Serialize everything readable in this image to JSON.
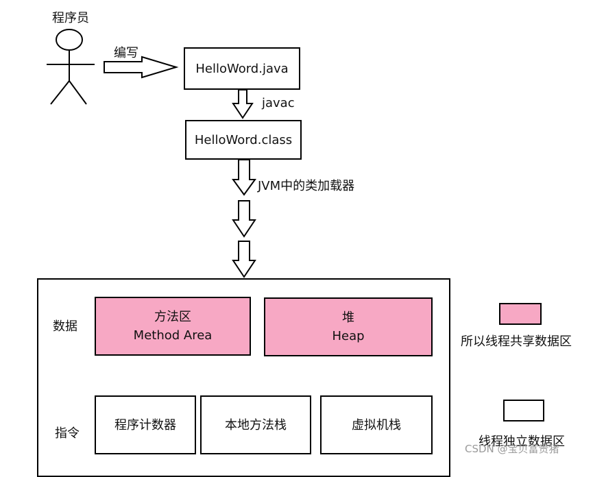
{
  "programmer": {
    "label": "程序员",
    "write_label": "编写"
  },
  "files": {
    "source": "HelloWord.java",
    "compile_label": "javac",
    "class_file": "HelloWord.class",
    "loader_label": "JVM中的类加载器"
  },
  "runtime": {
    "data_row_label": "数据",
    "method_area": {
      "cn": "方法区",
      "en": "Method Area"
    },
    "heap": {
      "cn": "堆",
      "en": "Heap"
    },
    "instr_row_label": "指令",
    "pc_register": "程序计数器",
    "native_stack": "本地方法栈",
    "vm_stack": "虚拟机栈"
  },
  "legend": {
    "shared_color": "#f7a8c4",
    "shared_label": "所以线程共享数据区",
    "private_color": "#ffffff",
    "private_label": "线程独立数据区"
  },
  "watermark": "CSDN @宝贝富贵猪"
}
